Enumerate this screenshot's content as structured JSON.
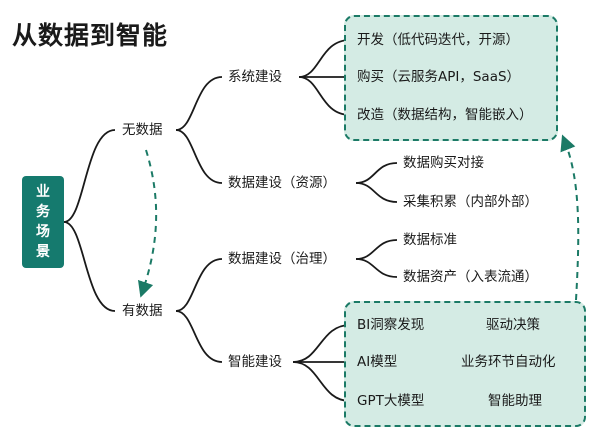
{
  "title": "从数据到智能",
  "root": {
    "chars": [
      "业",
      "务",
      "场",
      "景"
    ]
  },
  "level1": {
    "no_data": "无数据",
    "has_data": "有数据"
  },
  "level2": {
    "system": "系统建设",
    "data_resource": "数据建设（资源）",
    "data_govern": "数据建设（治理）",
    "intelligence": "智能建设"
  },
  "system_items": [
    "开发（低代码迭代，开源）",
    "购买（云服务API，SaaS）",
    "改造（数据结构，智能嵌入）"
  ],
  "resource_items": [
    "数据购买对接",
    "采集积累（内部外部）"
  ],
  "govern_items": [
    "数据标准",
    "数据资产（入表流通）"
  ],
  "intel_items": [
    {
      "tech": "BI洞察发现",
      "outcome": "驱动决策"
    },
    {
      "tech": "AI模型",
      "outcome": "业务环节自动化"
    },
    {
      "tech": "GPT大模型",
      "outcome": "智能助理"
    }
  ],
  "colors": {
    "accent": "#157a6e",
    "box_fill": "#d4ebe4",
    "box_border": "#1b7a66"
  }
}
